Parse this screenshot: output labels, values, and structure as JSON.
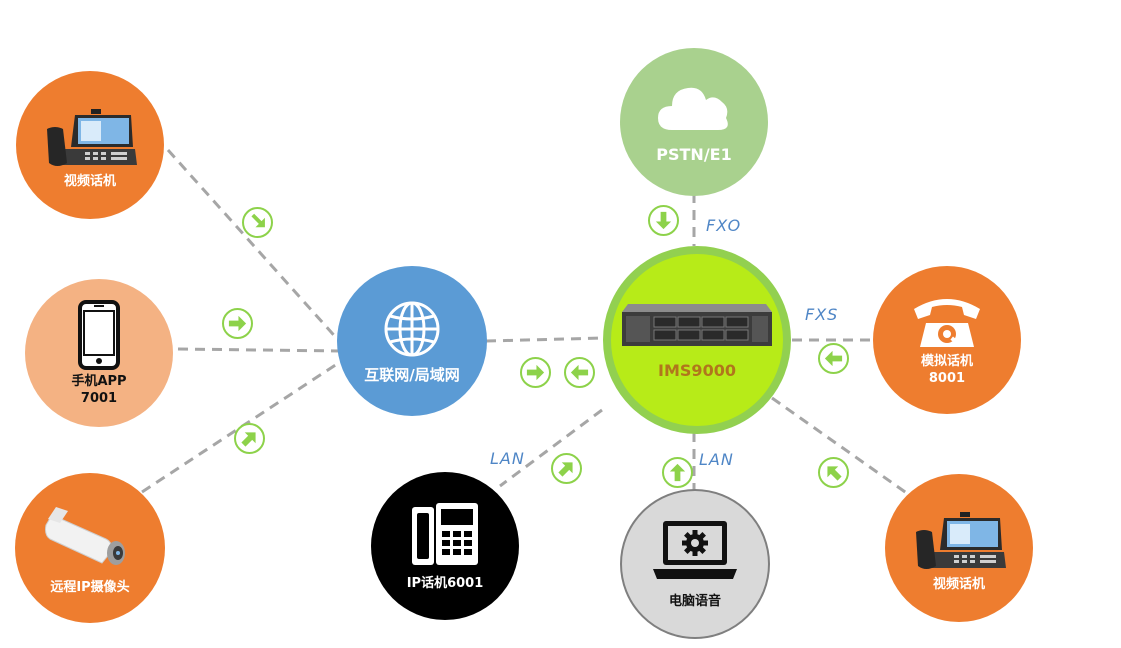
{
  "diagram": {
    "hub_internet": {
      "label": "互联网/局域网"
    },
    "hub_server": {
      "label": "IMS9000"
    },
    "pstn": {
      "label": "PSTN/E1"
    },
    "video_phone_left": {
      "label": "视频话机"
    },
    "mobile_app": {
      "label_line1": "手机APP",
      "label_line2": "7001"
    },
    "ip_camera": {
      "label": "远程IP摄像头"
    },
    "ip_phone": {
      "label": "IP话机6001"
    },
    "pc_voice": {
      "label": "电脑语音"
    },
    "analog_phone": {
      "label_line1": "模拟话机",
      "label_line2": "8001"
    },
    "video_phone_right": {
      "label": "视频话机"
    },
    "links": {
      "fxo": "FXO",
      "fxs": "FXS",
      "lan_ip_phone": "LAN",
      "lan_pc": "LAN"
    }
  },
  "colors": {
    "orange": "#ee7d2f",
    "light_orange": "#f4b283",
    "pstn_green": "#a9d18e",
    "internet_blue": "#5b9bd5",
    "server_ring": "#92d050",
    "server_fill": "#b7eb18",
    "arrow_green": "#8dd24a",
    "link_gray": "#a6a6a6",
    "link_text_blue": "#4f86c6"
  },
  "icons": [
    "video-phone-icon",
    "smartphone-icon",
    "security-camera-icon",
    "globe-icon",
    "rack-server-icon",
    "cloud-icon",
    "desk-phone-icon",
    "laptop-gear-icon",
    "retro-telephone-icon",
    "flow-arrow-icon"
  ]
}
